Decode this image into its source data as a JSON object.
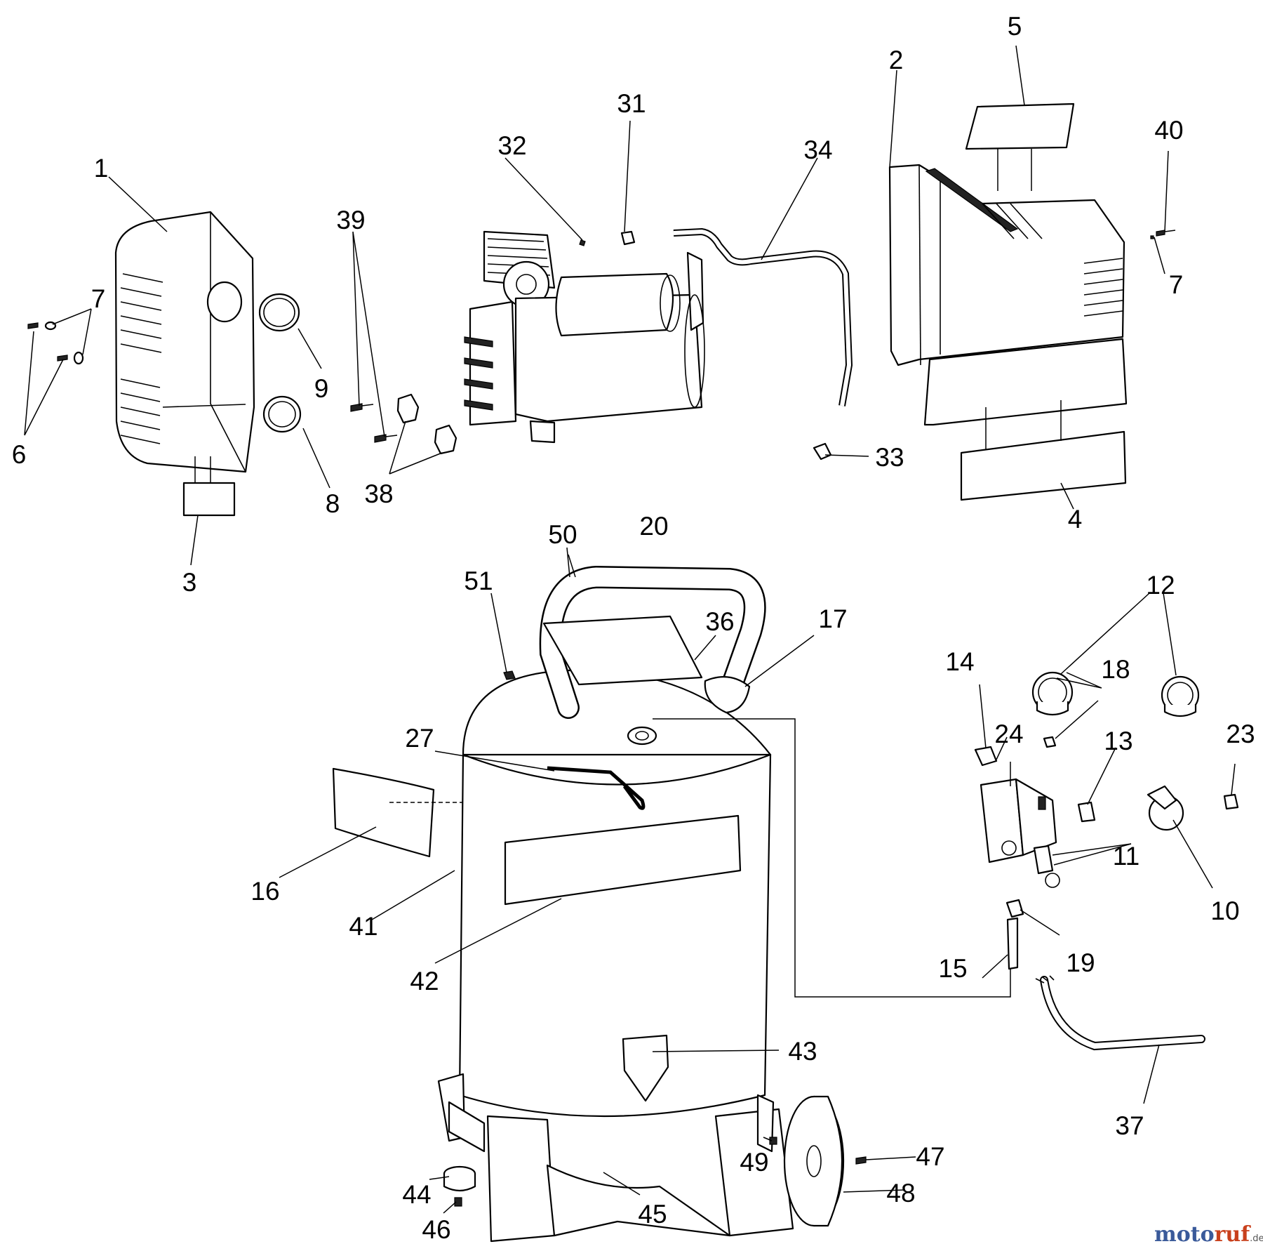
{
  "diagram": {
    "callouts": [
      {
        "id": "1",
        "text": "1"
      },
      {
        "id": "2",
        "text": "2"
      },
      {
        "id": "3",
        "text": "3"
      },
      {
        "id": "4",
        "text": "4"
      },
      {
        "id": "5",
        "text": "5"
      },
      {
        "id": "6",
        "text": "6"
      },
      {
        "id": "7a",
        "text": "7"
      },
      {
        "id": "7b",
        "text": "7"
      },
      {
        "id": "8",
        "text": "8"
      },
      {
        "id": "9",
        "text": "9"
      },
      {
        "id": "10",
        "text": "10"
      },
      {
        "id": "11",
        "text": "11"
      },
      {
        "id": "12",
        "text": "12"
      },
      {
        "id": "13",
        "text": "13"
      },
      {
        "id": "14",
        "text": "14"
      },
      {
        "id": "15",
        "text": "15"
      },
      {
        "id": "16",
        "text": "16"
      },
      {
        "id": "17",
        "text": "17"
      },
      {
        "id": "18",
        "text": "18"
      },
      {
        "id": "19",
        "text": "19"
      },
      {
        "id": "20",
        "text": "20"
      },
      {
        "id": "23",
        "text": "23"
      },
      {
        "id": "24",
        "text": "24"
      },
      {
        "id": "27",
        "text": "27"
      },
      {
        "id": "31",
        "text": "31"
      },
      {
        "id": "32",
        "text": "32"
      },
      {
        "id": "33",
        "text": "33"
      },
      {
        "id": "34",
        "text": "34"
      },
      {
        "id": "36",
        "text": "36"
      },
      {
        "id": "37",
        "text": "37"
      },
      {
        "id": "38",
        "text": "38"
      },
      {
        "id": "39",
        "text": "39"
      },
      {
        "id": "40",
        "text": "40"
      },
      {
        "id": "41",
        "text": "41"
      },
      {
        "id": "42",
        "text": "42"
      },
      {
        "id": "43",
        "text": "43"
      },
      {
        "id": "44",
        "text": "44"
      },
      {
        "id": "45",
        "text": "45"
      },
      {
        "id": "46",
        "text": "46"
      },
      {
        "id": "47",
        "text": "47"
      },
      {
        "id": "48",
        "text": "48"
      },
      {
        "id": "49",
        "text": "49"
      },
      {
        "id": "50",
        "text": "50"
      },
      {
        "id": "51",
        "text": "51"
      }
    ]
  },
  "watermark": {
    "part1": "moto",
    "part2": "ruf",
    "suffix": ".de"
  }
}
